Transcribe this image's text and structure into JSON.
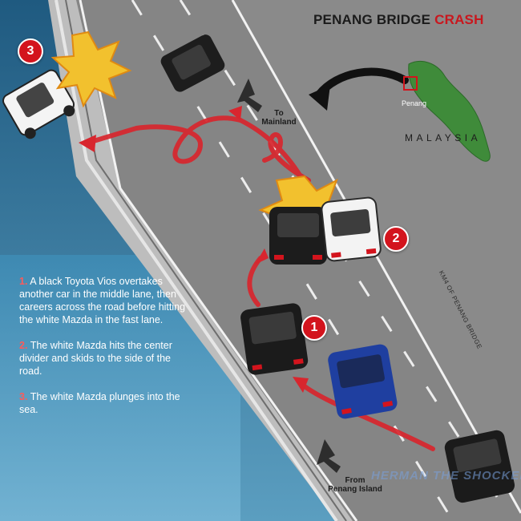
{
  "title": {
    "main": "PENANG BRIDGE",
    "accent": "CRASH"
  },
  "map": {
    "city": "Penang",
    "country": "MALAYSIA"
  },
  "labels": {
    "to_mainland_1": "To",
    "to_mainland_2": "Mainland",
    "from_island_1": "From",
    "from_island_2": "Penang Island",
    "km_marker": "KM4 OF PENANG BRIDGE"
  },
  "markers": [
    "1",
    "2",
    "3"
  ],
  "steps": [
    {
      "num": "1.",
      "text": "A black Toyota Vios overtakes another car in the middle lane, then careers across the road before hitting the white Mazda in the fast lane."
    },
    {
      "num": "2.",
      "text": "The white Mazda hits the center divider and skids to the side of the road."
    },
    {
      "num": "3.",
      "text": "The white Mazda plunges into the sea."
    }
  ],
  "watermark": "HERMAN THE SHOCKER",
  "colors": {
    "accent": "#c9171e",
    "sea": "#2a6c92",
    "road": "#8c8c8c",
    "land": "#3f8b3a",
    "arrow": "#d8262e"
  }
}
